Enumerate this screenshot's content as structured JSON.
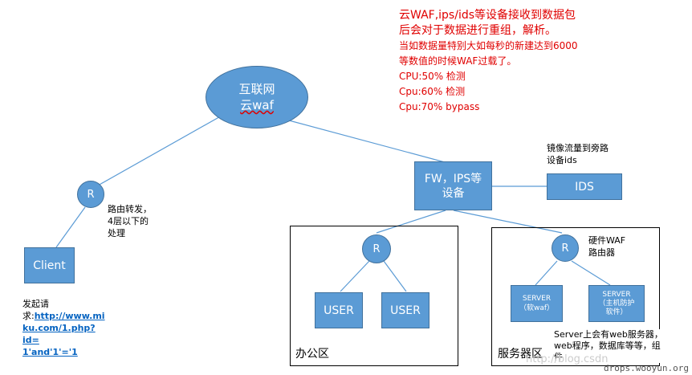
{
  "colors": {
    "node": "#5b9bd5",
    "node_border": "#41719c",
    "note": "#e00000",
    "link": "#0563c1"
  },
  "internet_cloud": {
    "line1": "互联网",
    "line2": "云waf"
  },
  "note": {
    "lines": [
      "云WAF,ips/ids等设备接收到数据包后会对于数据进行重组，解析。",
      "当如数据量特别大如每秒的新建达到6000等数值的时候WAF过载了。",
      "CPU:50% 检测",
      "Cpu:60% 检测",
      "Cpu:70% bypass"
    ]
  },
  "fw_ips": {
    "line1": "FW，IPS等",
    "line2": "设备"
  },
  "ids": {
    "label": "IDS"
  },
  "mirror_note": {
    "line1": "镜像流量到旁路",
    "line2": "设备ids"
  },
  "router_left": {
    "label": "R"
  },
  "routing_note": {
    "line1": "路由转发，",
    "line2": "4层以下的",
    "line3": "处理"
  },
  "client": {
    "label": "Client"
  },
  "request": {
    "prefix_line1": "发起请",
    "prefix_line2": "求:",
    "url_part1": "http://www.mi",
    "url_part2": "ku.com/1.php?id=",
    "url_part3": "1'and'1'='1"
  },
  "office_zone": {
    "label": "办公区",
    "router": "R",
    "users": [
      "USER",
      "USER"
    ]
  },
  "server_zone": {
    "label": "服务器区",
    "router": "R",
    "hw_waf_line1": "硬件WAF",
    "hw_waf_line2": "路由器",
    "servers": [
      {
        "line1": "SERVER",
        "line2": "（软waf）"
      },
      {
        "line1": "SERVER",
        "line2": "（主机防护",
        "line3": "软件）"
      }
    ],
    "server_note_line1": "Server上会有web服务器，",
    "server_note_line2": "web程序，数据库等等，组",
    "server_note_line3": "件"
  },
  "watermark": "drops.wooyun.org",
  "faint_text": "http://blog.csdn"
}
